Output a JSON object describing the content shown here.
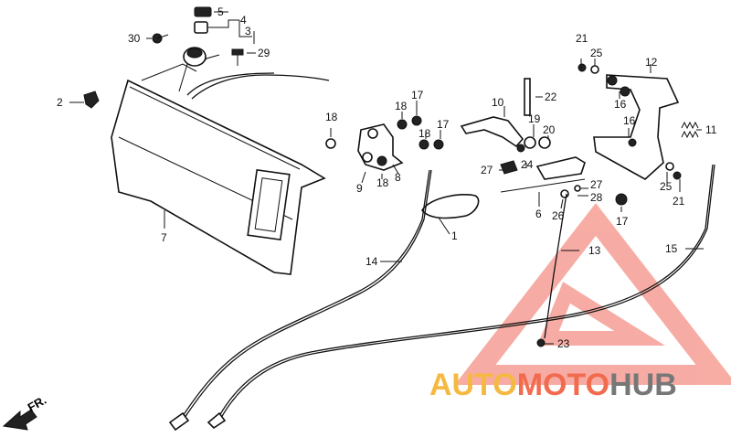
{
  "diagram": {
    "callouts": [
      "1",
      "2",
      "3",
      "4",
      "5",
      "6",
      "7",
      "8",
      "9",
      "10",
      "11",
      "12",
      "13",
      "14",
      "15",
      "16",
      "17",
      "18",
      "19",
      "20",
      "21",
      "22",
      "23",
      "24",
      "25",
      "26",
      "27",
      "28",
      "29",
      "30"
    ],
    "direction_label": "FR.",
    "watermark": {
      "part1": "AUTO",
      "part2": "MOTO",
      "part3": "HUB"
    }
  }
}
